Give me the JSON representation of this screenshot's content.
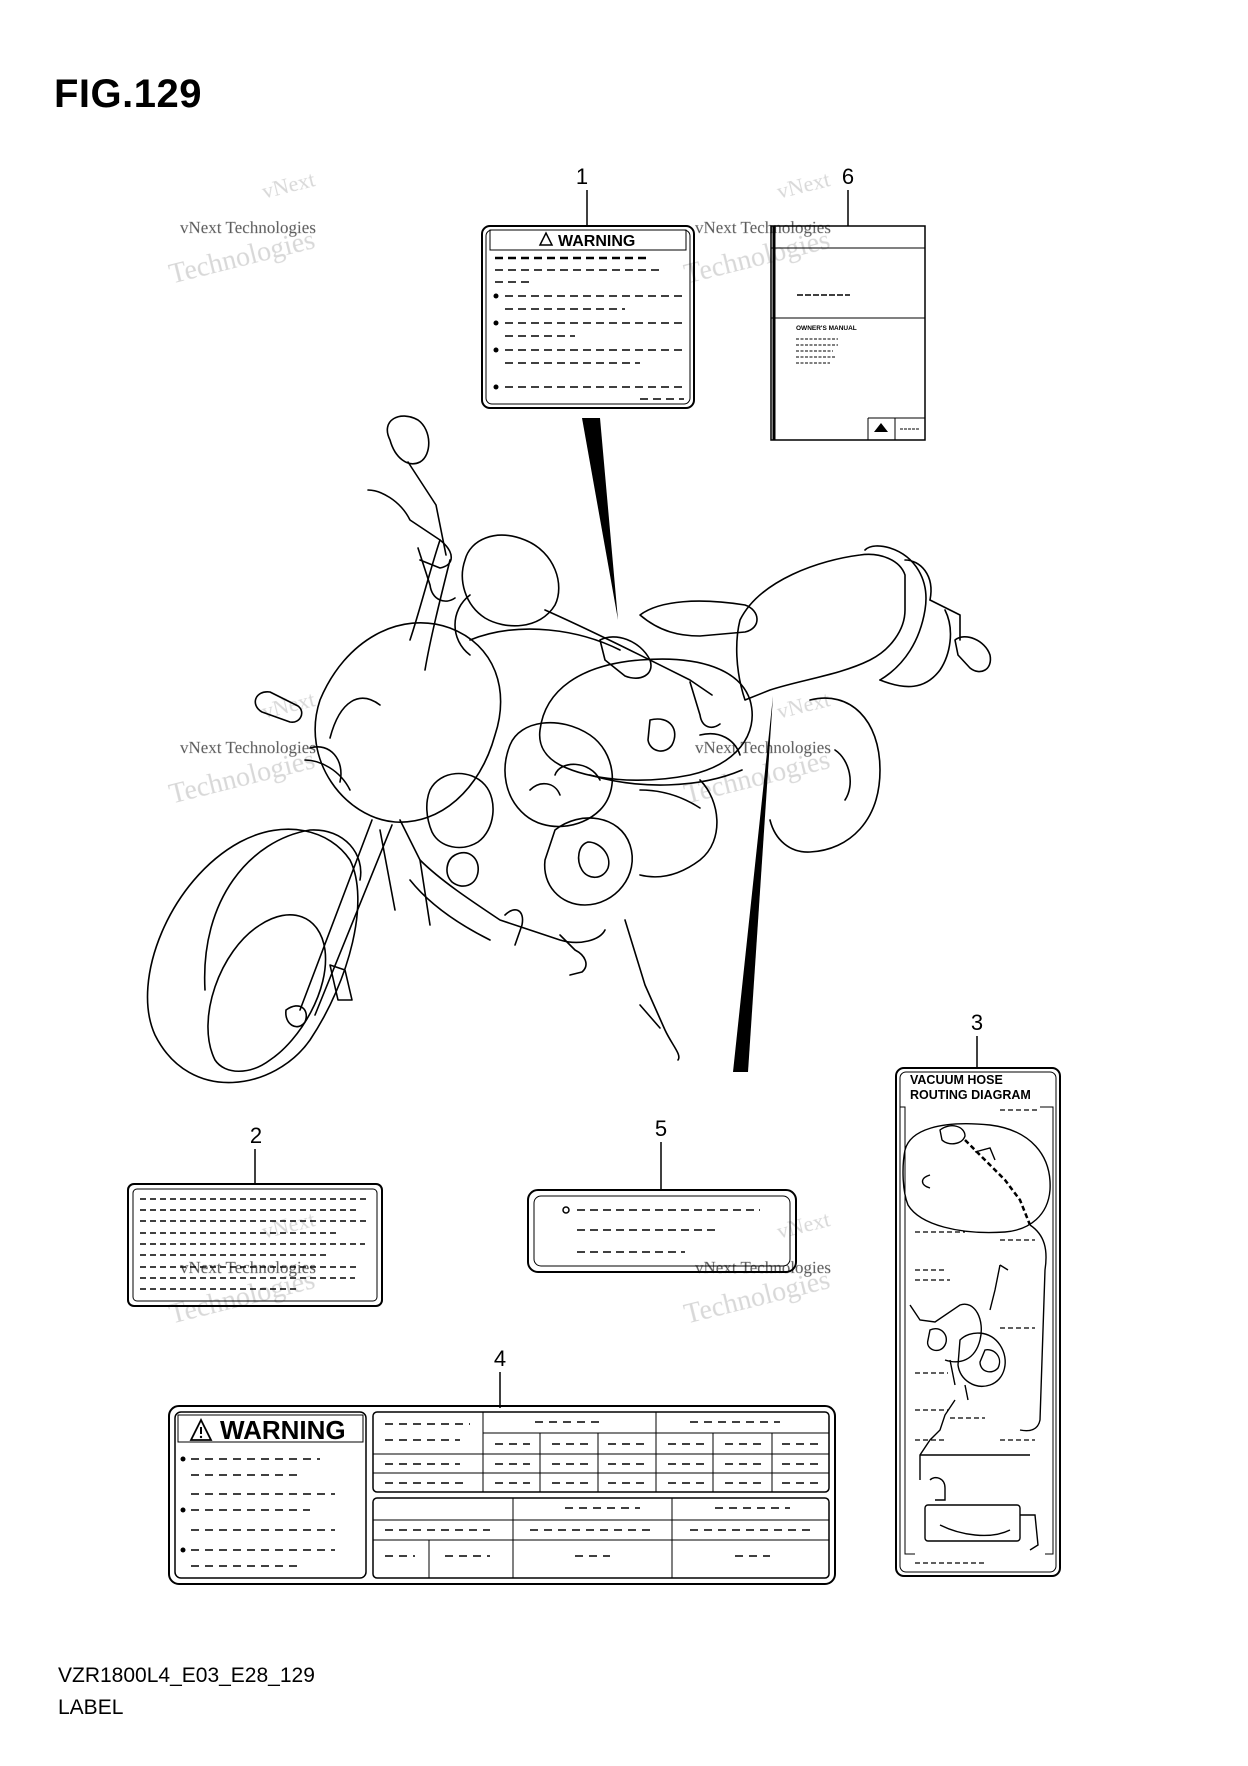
{
  "figure": {
    "title": "FIG.129"
  },
  "footer": {
    "code": "VZR1800L4_E03_E28_129",
    "label": "LABEL"
  },
  "callouts": [
    "1",
    "2",
    "3",
    "4",
    "5",
    "6"
  ],
  "labels": {
    "warning_small": "WARNING",
    "warning_large": "WARNING",
    "owners_manual": "OWNER'S MANUAL",
    "vacuum_line1": "VACUUM HOSE",
    "vacuum_line2": "ROUTING DIAGRAM"
  },
  "watermark": {
    "line1": "vNext",
    "line2": "vNext Technologies",
    "line3": "Technologies"
  }
}
